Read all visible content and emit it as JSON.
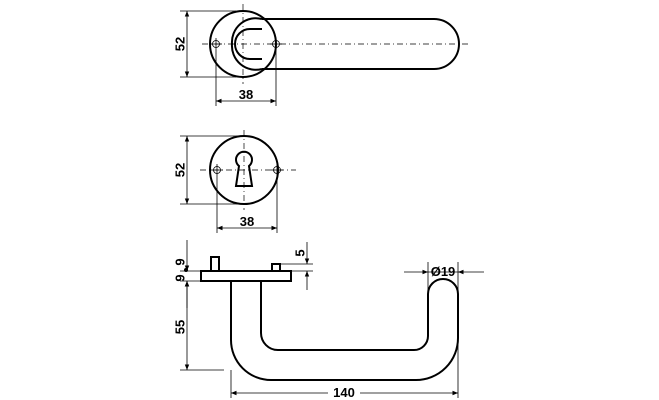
{
  "drawing": {
    "top_view": {
      "height_label": "52",
      "width_label": "38"
    },
    "escutcheon_view": {
      "height_label": "52",
      "width_label": "38"
    },
    "side_view": {
      "rose_thickness_label_1": "9",
      "rose_thickness_label_2": "9",
      "pin_label": "5",
      "diameter_label": "Ø19",
      "height_label": "55",
      "length_label": "140"
    }
  }
}
